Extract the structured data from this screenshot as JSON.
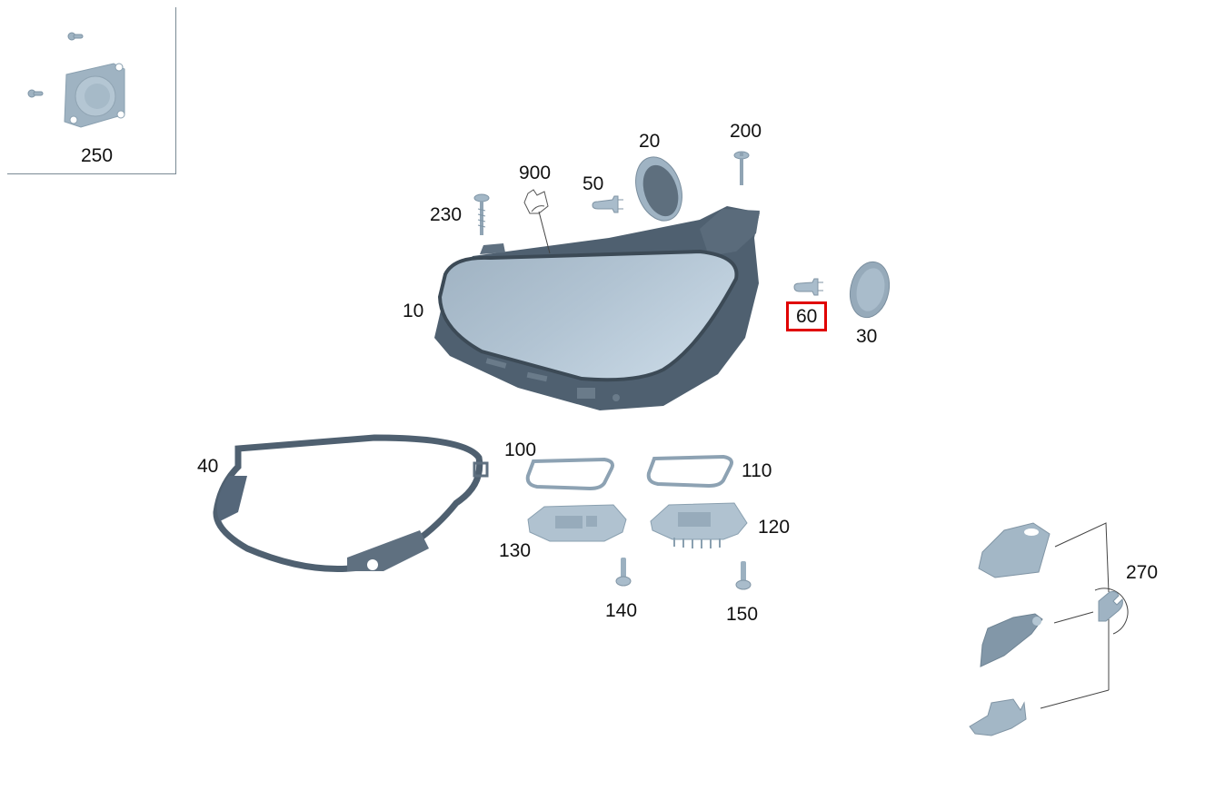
{
  "diagram": {
    "type": "exploded parts diagram — headlamp assembly",
    "colors": {
      "part_light": "#a7bccb",
      "part_mid": "#7f95a6",
      "part_dark": "#4a5a68",
      "highlight": "#e00000",
      "leader": "#444444"
    },
    "highlighted_part": "60",
    "inset": {
      "label": "250"
    },
    "labels": {
      "p10": "10",
      "p20": "20",
      "p30": "30",
      "p40": "40",
      "p50": "50",
      "p60": "60",
      "p100": "100",
      "p110": "110",
      "p120": "120",
      "p130": "130",
      "p140": "140",
      "p150": "150",
      "p200": "200",
      "p230": "230",
      "p250": "250",
      "p270": "270",
      "p900": "900"
    },
    "parts": [
      {
        "id": "10",
        "name": "headlamp housing"
      },
      {
        "id": "20",
        "name": "cover cap"
      },
      {
        "id": "30",
        "name": "cover cap"
      },
      {
        "id": "40",
        "name": "frame / seal"
      },
      {
        "id": "50",
        "name": "bulb"
      },
      {
        "id": "60",
        "name": "bulb"
      },
      {
        "id": "100",
        "name": "gasket"
      },
      {
        "id": "110",
        "name": "gasket"
      },
      {
        "id": "120",
        "name": "control unit"
      },
      {
        "id": "130",
        "name": "control unit"
      },
      {
        "id": "140",
        "name": "screw"
      },
      {
        "id": "150",
        "name": "screw"
      },
      {
        "id": "200",
        "name": "screw"
      },
      {
        "id": "230",
        "name": "screw"
      },
      {
        "id": "250",
        "name": "fan with screws"
      },
      {
        "id": "270",
        "name": "repair kit brackets"
      },
      {
        "id": "900",
        "name": "label"
      }
    ]
  }
}
